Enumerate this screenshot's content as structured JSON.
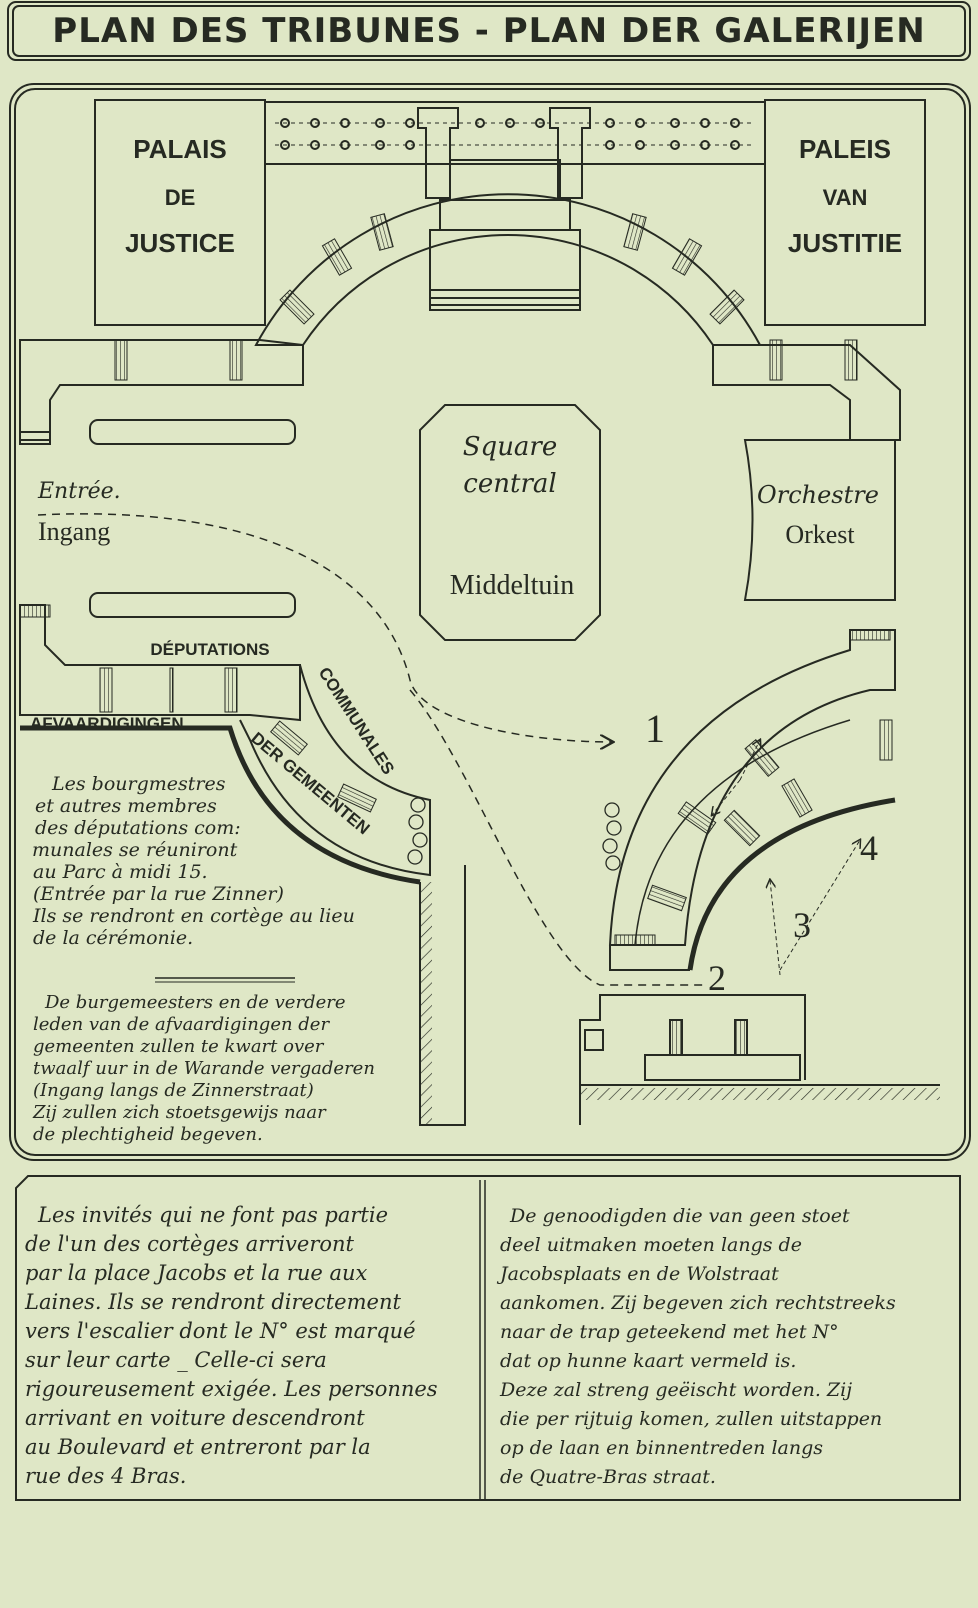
{
  "title": "PLAN DES TRIBUNES - PLAN DER GALERIJEN",
  "buildings": {
    "left": [
      "PALAIS",
      "DE",
      "JUSTICE"
    ],
    "right": [
      "PALEIS",
      "VAN",
      "JUSTITIE"
    ]
  },
  "square": {
    "line1": "Square",
    "line2": "central",
    "line3": "Middeltuin"
  },
  "entrance": {
    "fr": "Entrée.",
    "nl": "Ingang"
  },
  "orchestra": {
    "fr": "Orchestre",
    "nl": "Orkest"
  },
  "tribune_labels": {
    "deputations": "DÉPUTATIONS",
    "communales": "COMMUNALES",
    "afvaardigingen": "AFVAARDIGINGEN",
    "der_gemeenten": "DER GEMEENTEN"
  },
  "numbers": [
    "1",
    "2",
    "3",
    "4"
  ],
  "note_fr": [
    "Les bourgmestres",
    "et autres membres",
    "des députations com:",
    "munales se réuniront",
    "au Parc à midi 15.",
    "(Entrée par la rue Zinner)",
    "Ils se rendront en cortège au lieu",
    "de la cérémonie."
  ],
  "note_nl": [
    "De burgemeesters en de verdere",
    "leden van de afvaardigingen der",
    "gemeenten zullen te kwart over",
    "twaalf uur in de Warande vergaderen",
    "(Ingang langs de Zinnerstraat)",
    "Zij zullen zich stoetsgewijs naar",
    "de plechtigheid begeven."
  ],
  "bottom_fr": [
    "Les invités qui ne font pas partie",
    "de l'un des cortèges arriveront",
    "par la place Jacobs et la rue aux",
    "Laines. Ils se rendront directement",
    "vers l'escalier dont le N° est marqué",
    "sur leur carte _ Celle-ci sera",
    "rigoureusement exigée. Les personnes",
    "arrivant en voiture descendront",
    "au Boulevard et entreront par la",
    "rue des 4 Bras."
  ],
  "bottom_nl": [
    "De genoodigden die van geen stoet",
    "deel uitmaken moeten langs de",
    "Jacobsplaats en de Wolstraat",
    "aankomen. Zij begeven zich rechtstreeks",
    "naar de trap geteekend met het N°",
    "dat op hunne kaart vermeld is.",
    "Deze zal streng geëischt worden. Zij",
    "die per rijtuig komen, zullen uitstappen",
    "op de laan en binnentreden langs",
    "de Quatre-Bras straat."
  ]
}
